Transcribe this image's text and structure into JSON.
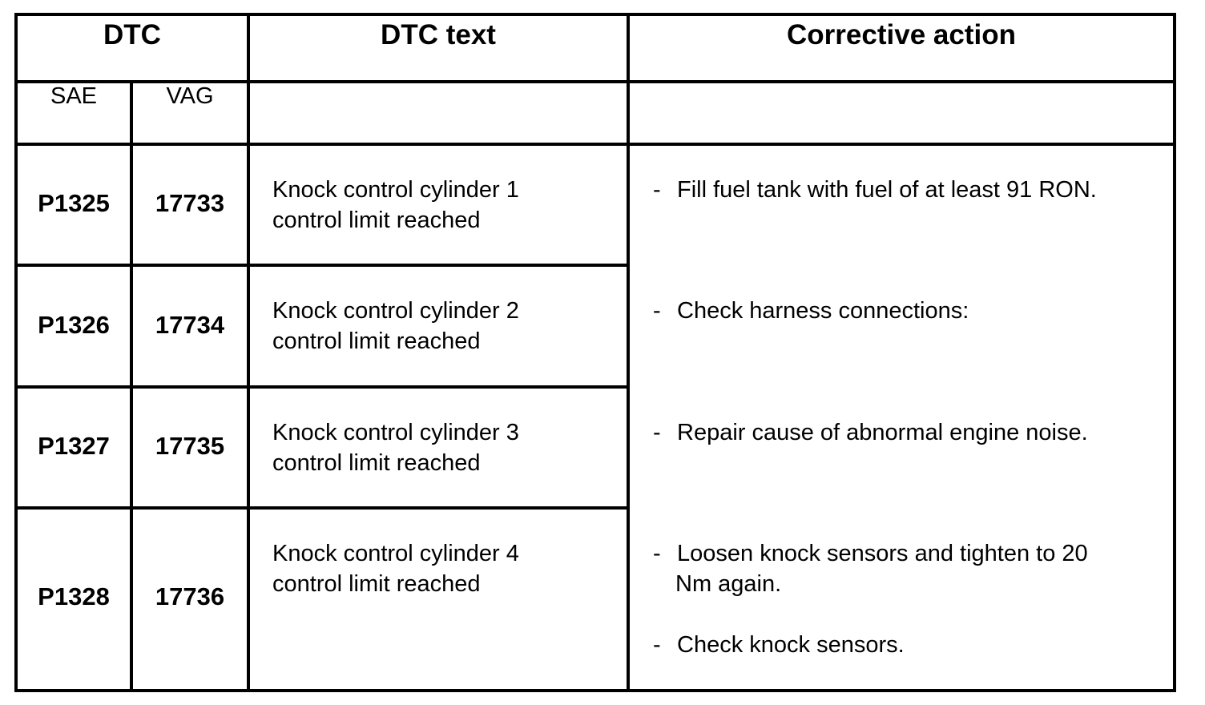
{
  "table": {
    "headers": {
      "dtc": "DTC",
      "dtc_text": "DTC text",
      "corrective_action": "Corrective action"
    },
    "subheaders": {
      "sae": "SAE",
      "vag": "VAG"
    },
    "rows": [
      {
        "sae": "P1325",
        "vag": "17733",
        "text_line1": "Knock control cylinder 1",
        "text_line2": "control limit reached"
      },
      {
        "sae": "P1326",
        "vag": "17734",
        "text_line1": "Knock control cylinder 2",
        "text_line2": "control limit reached"
      },
      {
        "sae": "P1327",
        "vag": "17735",
        "text_line1": "Knock control cylinder 3",
        "text_line2": "control limit reached"
      },
      {
        "sae": "P1328",
        "vag": "17736",
        "text_line1": "Knock control cylinder 4",
        "text_line2": "control limit reached"
      }
    ],
    "actions": {
      "dash": "-",
      "fill_fuel": "Fill fuel tank with fuel of at least 91 RON.",
      "check_harness": "Check harness connections:",
      "repair_noise": "Repair cause of abnormal engine noise.",
      "loosen_line1": "Loosen knock sensors and tighten to 20",
      "loosen_line2": "Nm again.",
      "check_sensors": "Check knock sensors."
    }
  }
}
